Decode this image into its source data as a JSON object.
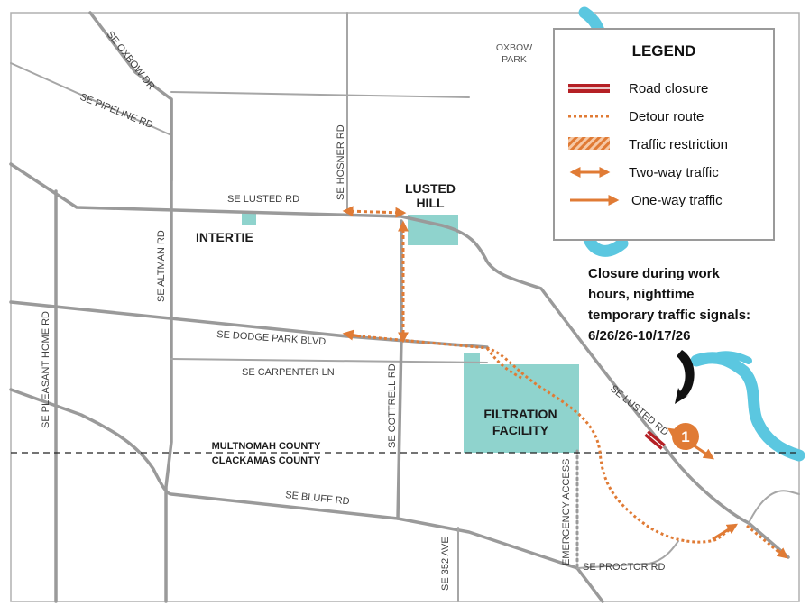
{
  "legend": {
    "title": "LEGEND",
    "items": [
      {
        "key": "road_closure",
        "label": "Road closure",
        "color": "#b52025"
      },
      {
        "key": "detour_route",
        "label": "Detour route",
        "color": "#e07b35"
      },
      {
        "key": "traffic_restriction",
        "label": "Traffic restriction",
        "color": "#e07b35"
      },
      {
        "key": "two_way",
        "label": "Two-way traffic",
        "color": "#e07b35"
      },
      {
        "key": "one_way",
        "label": "One-way traffic",
        "color": "#e07b35"
      }
    ]
  },
  "roads": {
    "oxbow": "SE OXBOW DR",
    "pipeline": "SE PIPELINE RD",
    "hosner": "SE HOSNER RD",
    "lusted_west": "SE LUSTED RD",
    "altman": "SE ALTMAN RD",
    "pleasant_home": "SE PLEASANT HOME RD",
    "dodge_park": "SE DODGE PARK BLVD",
    "carpenter": "SE CARPENTER LN",
    "cottrell": "SE COTTRELL RD",
    "lusted_east": "SE LUSTED RD",
    "bluff": "SE BLUFF RD",
    "ave_352": "SE 352 AVE",
    "emergency": "EMERGENCY ACCESS",
    "proctor": "SE PROCTOR RD"
  },
  "places": {
    "oxbow_park_line1": "OXBOW",
    "oxbow_park_line2": "PARK",
    "lusted_hill_line1": "LUSTED",
    "lusted_hill_line2": "HILL",
    "intertie": "INTERTIE",
    "filtration_line1": "FILTRATION",
    "filtration_line2": "FACILITY"
  },
  "county": {
    "north": "MULTNOMAH COUNTY",
    "south": "CLACKAMAS COUNTY"
  },
  "note": {
    "line1": "Closure during work",
    "line2": "hours, nighttime",
    "line3": "temporary traffic signals:",
    "line4": "6/26/26-10/17/26"
  },
  "marker": {
    "number": "1",
    "color": "#e07b35"
  },
  "colors": {
    "road": "#9a9a9a",
    "water": "#5bc7e0",
    "facility": "#8fd3cd",
    "detour": "#e07b35",
    "closure": "#b52025"
  }
}
